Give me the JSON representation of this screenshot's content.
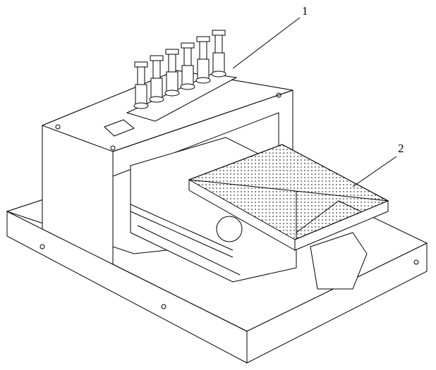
{
  "figure": {
    "labels": [
      {
        "id": "1",
        "text": "1",
        "part": "nozzle-assembly"
      },
      {
        "id": "2",
        "text": "2",
        "part": "tray-platform"
      }
    ],
    "nozzle_count": 6
  }
}
